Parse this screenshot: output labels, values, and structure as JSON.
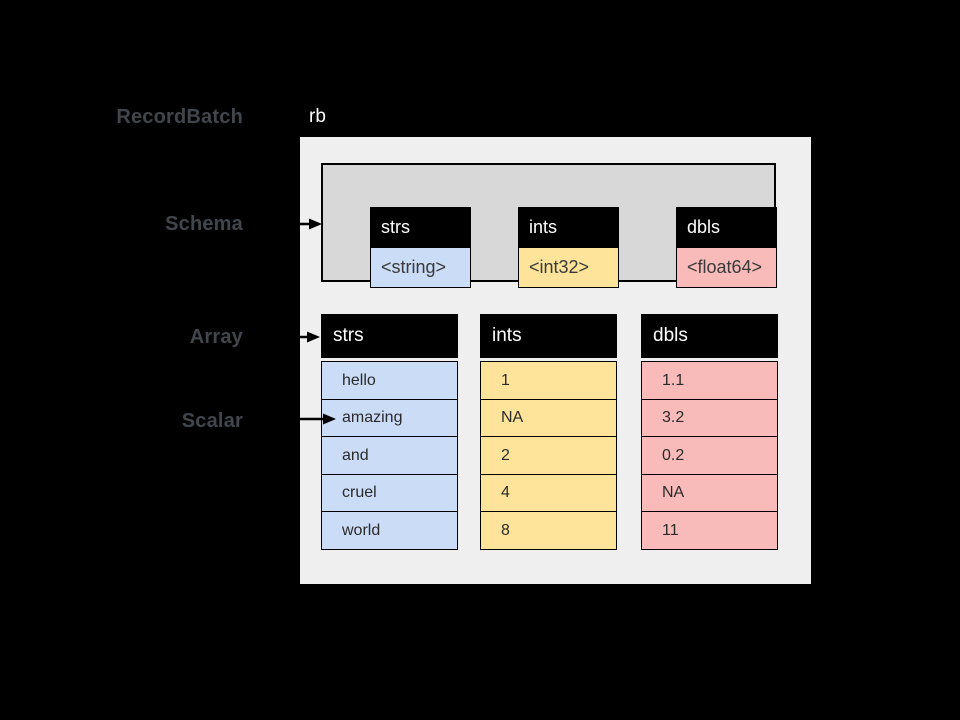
{
  "page": {
    "background": "#000000"
  },
  "labels": {
    "recordbatch": "RecordBatch",
    "schema": "Schema",
    "array": "Array",
    "scalar": "Scalar",
    "rb": "rb"
  },
  "colors": {
    "canvas": "#000000",
    "recordbatch_box": "#efefef",
    "schema_box": "#d8d8d8",
    "header_bg": "#000000",
    "header_text": "#ffffff",
    "label_text": "#41464d",
    "string_blue": "#cbdcf7",
    "int_yellow": "#fde49a",
    "float_pink": "#f8bbb9"
  },
  "schema": {
    "fields": [
      {
        "name": "strs",
        "type": "<string>",
        "color": "#cbdcf7"
      },
      {
        "name": "ints",
        "type": "<int32>",
        "color": "#fde49a"
      },
      {
        "name": "dbls",
        "type": "<float64>",
        "color": "#f8bbb9"
      }
    ]
  },
  "arrays": [
    {
      "name": "strs",
      "color": "#cbdcf7",
      "values": [
        "hello",
        "amazing",
        "and",
        "cruel",
        "world"
      ]
    },
    {
      "name": "ints",
      "color": "#fde49a",
      "values": [
        "1",
        "NA",
        "2",
        "4",
        "8"
      ]
    },
    {
      "name": "dbls",
      "color": "#f8bbb9",
      "values": [
        "1.1",
        "3.2",
        "0.2",
        "NA",
        "11"
      ]
    }
  ]
}
